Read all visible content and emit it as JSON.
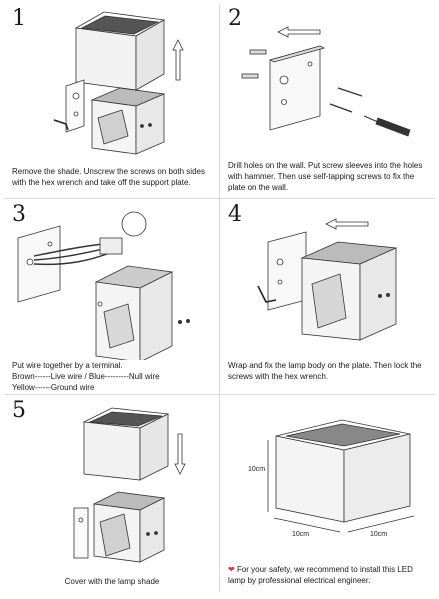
{
  "steps": [
    {
      "number": "1",
      "caption": "Remove the shade. Unscrew the screws on both sides with the hex wrench and take off the support plate."
    },
    {
      "number": "2",
      "caption": "Drill holes on the wall. Put screw sleeves into the holes with hammer. Then use self-tapping screws to fix the plate on the wall."
    },
    {
      "number": "3",
      "caption_lines": [
        "Put wire together by a terminal.",
        "Brown------Live wire / Blue---------Null wire",
        "Yellow------Ground wire"
      ]
    },
    {
      "number": "4",
      "caption": "Wrap and fix the lamp body on the plate. Then lock the screws with the hex wrench."
    },
    {
      "number": "5",
      "caption": "Cover with the lamp shade"
    }
  ],
  "dimensions": {
    "height": "10cm",
    "width": "10cm",
    "depth": "10cm"
  },
  "safety": {
    "text": "For your safety, we recommend to install this LED lamp by professional electrical engineer.",
    "heart_color": "#d8383f"
  }
}
